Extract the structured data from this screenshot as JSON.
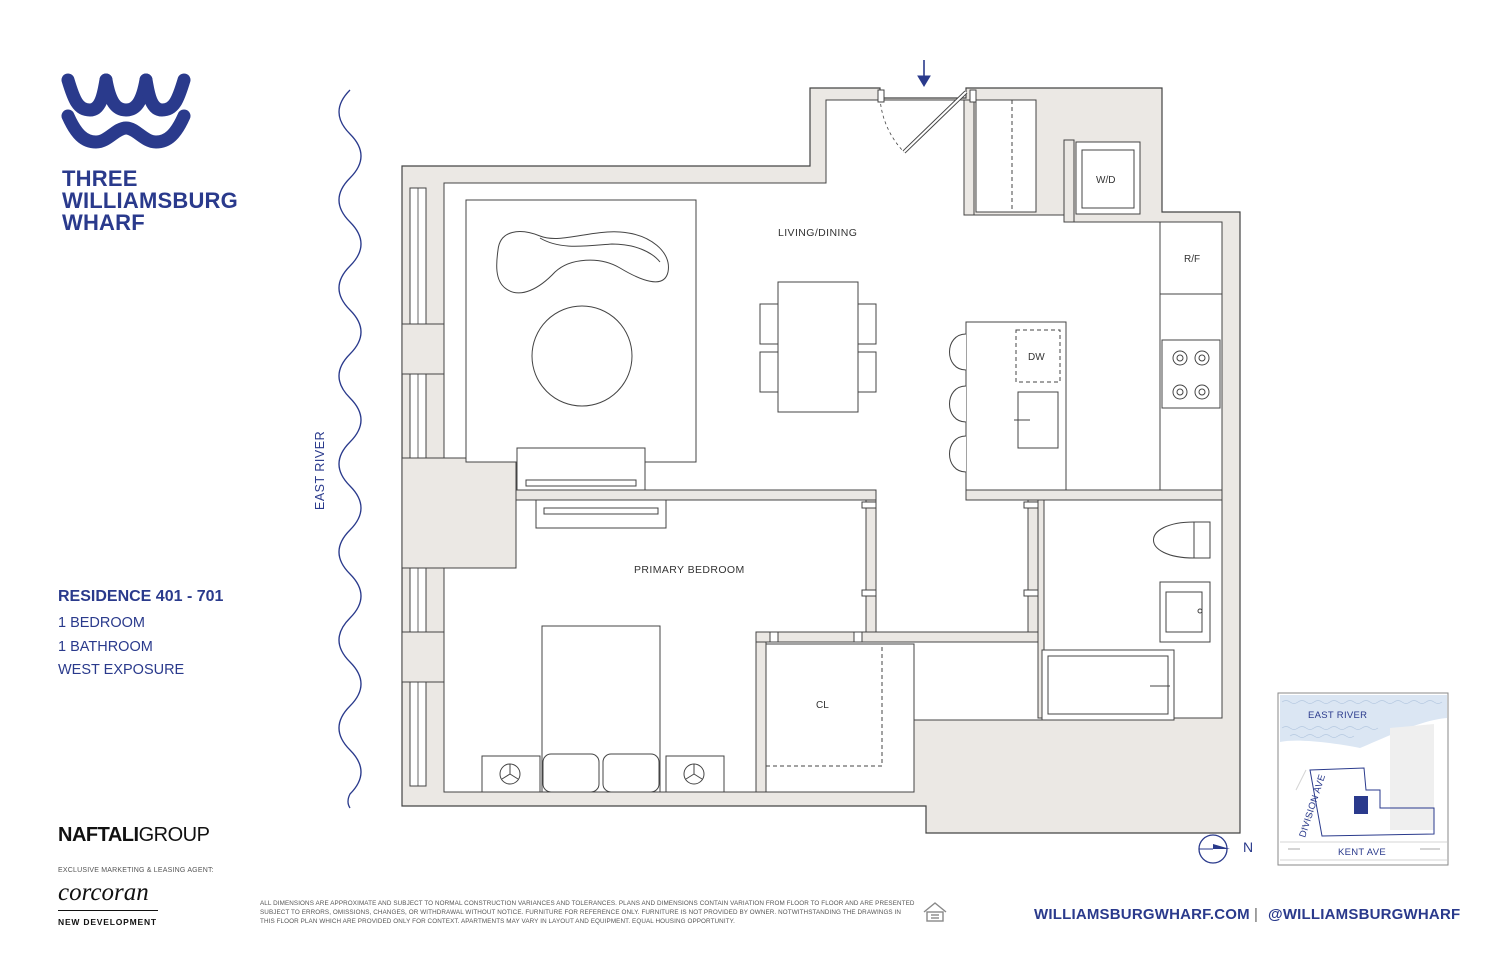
{
  "brand": {
    "name_lines": [
      "THREE",
      "WILLIAMSBURG",
      "WHARF"
    ],
    "logo_icon": "wave-w-logo-icon",
    "color": "#2a3a8c"
  },
  "residence": {
    "title": "RESIDENCE 401 - 701",
    "bedrooms": "1 BEDROOM",
    "bathrooms": "1 BATHROOM",
    "exposure": "WEST EXPOSURE"
  },
  "floorplan": {
    "river_label": "EAST RIVER",
    "rooms": {
      "living": "LIVING/DINING",
      "bedroom": "PRIMARY BEDROOM",
      "closet": "CL"
    },
    "appliances": {
      "washer_dryer": "W/D",
      "fridge": "R/F",
      "dishwasher": "DW"
    },
    "wall_color": "#ebe8e4"
  },
  "compass": {
    "label": "N"
  },
  "site_map": {
    "river": "EAST RIVER",
    "street_1": "DIVISION AVE",
    "street_2": "KENT AVE"
  },
  "developer": {
    "naftali_bold": "NAFTALI",
    "naftali_light": "GROUP",
    "agent_label": "EXCLUSIVE MARKETING & LEASING AGENT:",
    "agent_name": "corcoran",
    "agent_division": "NEW DEVELOPMENT"
  },
  "disclaimer": "ALL DIMENSIONS ARE APPROXIMATE AND SUBJECT TO NORMAL CONSTRUCTION VARIANCES AND TOLERANCES. PLANS AND DIMENSIONS CONTAIN VARIATION FROM FLOOR TO FLOOR AND ARE PRESENTED SUBJECT TO ERRORS, OMISSIONS, CHANGES, OR WITHDRAWAL WITHOUT NOTICE. FURNITURE FOR REFERENCE ONLY. FURNITURE IS NOT PROVIDED BY OWNER. NOTWITHSTANDING THE DRAWINGS IN THIS FLOOR PLAN WHICH ARE PROVIDED ONLY FOR CONTEXT. APARTMENTS MAY VARY IN LAYOUT AND EQUIPMENT. EQUAL HOUSING OPPORTUNITY.",
  "footer": {
    "website": "WILLIAMSBURGWHARF.COM",
    "separator": "|",
    "social": "@WILLIAMSBURGWHARF"
  }
}
